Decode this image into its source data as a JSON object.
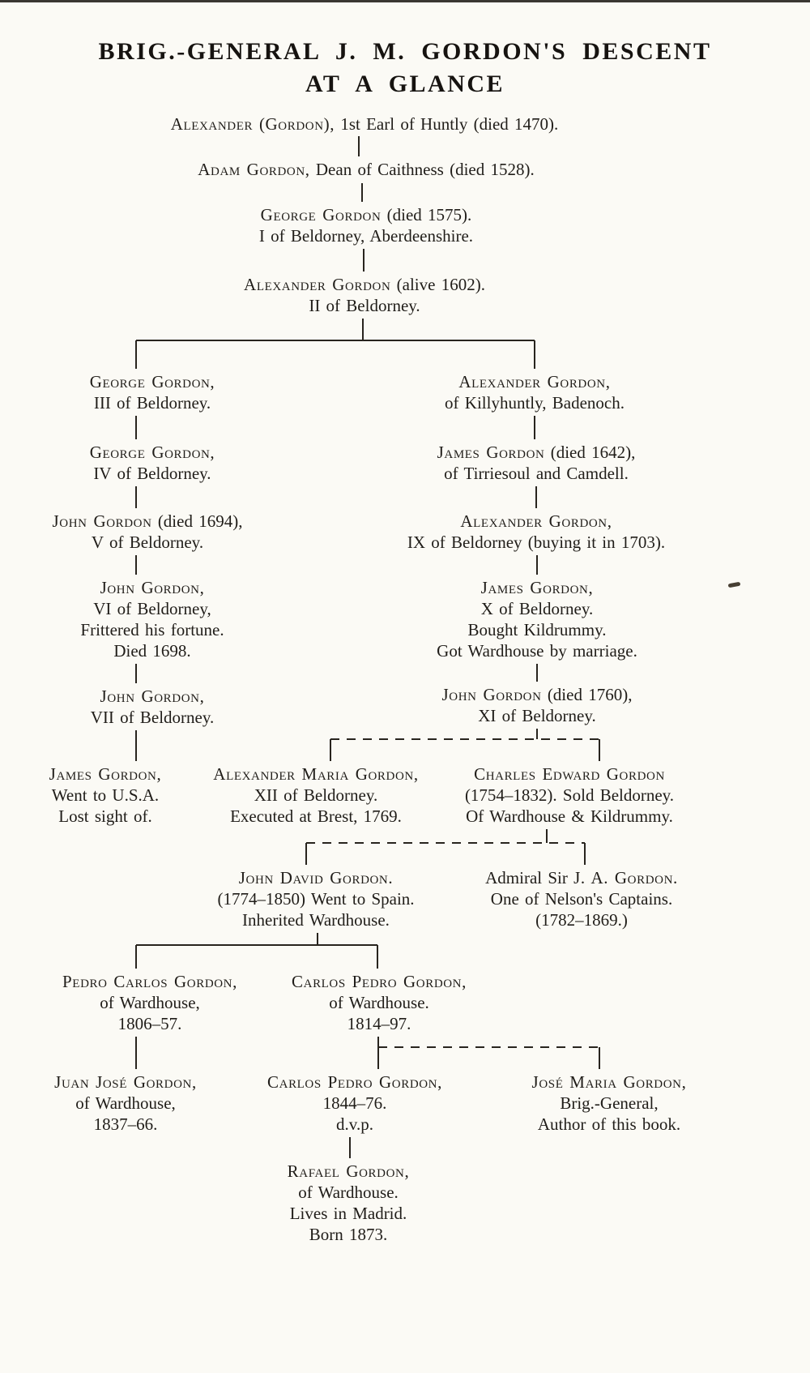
{
  "page": {
    "title_line1": "BRIG.-GENERAL J. M. GORDON'S DESCENT",
    "title_line2": "AT A GLANCE"
  },
  "colors": {
    "ink": "#201d19",
    "paper": "#fbfaf5"
  },
  "tree": {
    "nodes": [
      {
        "id": "alexander-1st-earl",
        "name": "Alexander (Gordon),",
        "suffix": "1st Earl of Huntly (died 1470)."
      },
      {
        "id": "adam-dean",
        "name": "Adam Gordon,",
        "suffix": "Dean of Caithness (died 1528)."
      },
      {
        "id": "george-i-beldorney",
        "name": "George Gordon",
        "suffix": "(died 1575).",
        "lines": [
          "I of Beldorney, Aberdeenshire."
        ]
      },
      {
        "id": "alexander-ii-beldorney",
        "name": "Alexander Gordon",
        "suffix": "(alive 1602).",
        "lines": [
          "II of Beldorney."
        ]
      },
      {
        "id": "george-iii-beldorney",
        "name": "George Gordon,",
        "lines": [
          "III of Beldorney."
        ]
      },
      {
        "id": "alexander-killyhuntly",
        "name": "Alexander Gordon,",
        "lines": [
          "of Killyhuntly, Badenoch."
        ]
      },
      {
        "id": "george-iv-beldorney",
        "name": "George Gordon,",
        "lines": [
          "IV of Beldorney."
        ]
      },
      {
        "id": "james-tirriesoul",
        "name": "James Gordon",
        "suffix": "(died 1642),",
        "lines": [
          "of Tirriesoul and Camdell."
        ]
      },
      {
        "id": "john-v-beldorney",
        "name": "John Gordon",
        "suffix": "(died 1694),",
        "lines": [
          "V of Beldorney."
        ]
      },
      {
        "id": "alexander-ix-beldorney",
        "name": "Alexander Gordon,",
        "lines": [
          "IX of Beldorney (buying it in 1703)."
        ]
      },
      {
        "id": "john-vi-beldorney",
        "name": "John Gordon,",
        "lines": [
          "VI of Beldorney,",
          "Frittered his fortune.",
          "Died 1698."
        ]
      },
      {
        "id": "james-x-beldorney",
        "name": "James Gordon,",
        "lines": [
          "X of Beldorney.",
          "Bought Kildrummy.",
          "Got Wardhouse by marriage."
        ]
      },
      {
        "id": "john-vii-beldorney",
        "name": "John Gordon,",
        "lines": [
          "VII of Beldorney."
        ]
      },
      {
        "id": "john-xi-beldorney",
        "name": "John Gordon",
        "suffix": "(died 1760),",
        "lines": [
          "XI of Beldorney."
        ]
      },
      {
        "id": "james-usa",
        "name": "James Gordon,",
        "lines": [
          "Went to U.S.A.",
          "Lost sight of."
        ]
      },
      {
        "id": "alexander-maria-xii",
        "name": "Alexander Maria Gordon,",
        "lines": [
          "XII of Beldorney.",
          "Executed at Brest, 1769."
        ]
      },
      {
        "id": "charles-edward",
        "name": "Charles Edward Gordon",
        "lines": [
          "(1754–1832). Sold Beldorney.",
          "Of Wardhouse & Kildrummy."
        ]
      },
      {
        "id": "john-david",
        "name": "John David Gordon.",
        "lines": [
          "(1774–1850) Went to Spain.",
          "Inherited Wardhouse."
        ]
      },
      {
        "id": "admiral-j-a",
        "prefix": "Admiral Sir ",
        "name": "J. A. Gordon.",
        "lines": [
          "One of Nelson's Captains.",
          "(1782–1869.)"
        ]
      },
      {
        "id": "pedro-carlos",
        "name": "Pedro Carlos Gordon,",
        "lines": [
          "of Wardhouse,",
          "1806–57."
        ]
      },
      {
        "id": "carlos-pedro-1814",
        "name": "Carlos Pedro Gordon,",
        "lines": [
          "of Wardhouse.",
          "1814–97."
        ]
      },
      {
        "id": "juan-jose",
        "name": "Juan José Gordon,",
        "lines": [
          "of Wardhouse,",
          "1837–66."
        ]
      },
      {
        "id": "carlos-pedro-1844",
        "name": "Carlos Pedro Gordon,",
        "lines": [
          "1844–76.",
          "d.v.p."
        ]
      },
      {
        "id": "jose-maria",
        "name": "José Maria Gordon,",
        "lines": [
          "Brig.-General,",
          "Author of this book."
        ]
      },
      {
        "id": "rafael",
        "name": "Rafael Gordon,",
        "lines": [
          "of Wardhouse.",
          "Lives in Madrid.",
          "Born 1873."
        ]
      }
    ],
    "edges": [
      {
        "from": "alexander-1st-earl",
        "to": "adam-dean",
        "style": "solid"
      },
      {
        "from": "adam-dean",
        "to": "george-i-beldorney",
        "style": "solid"
      },
      {
        "from": "george-i-beldorney",
        "to": "alexander-ii-beldorney",
        "style": "solid"
      },
      {
        "from": "alexander-ii-beldorney",
        "to": "george-iii-beldorney",
        "style": "solid"
      },
      {
        "from": "alexander-ii-beldorney",
        "to": "alexander-killyhuntly",
        "style": "solid"
      },
      {
        "from": "george-iii-beldorney",
        "to": "george-iv-beldorney",
        "style": "solid"
      },
      {
        "from": "george-iv-beldorney",
        "to": "john-v-beldorney",
        "style": "solid"
      },
      {
        "from": "john-v-beldorney",
        "to": "john-vi-beldorney",
        "style": "solid"
      },
      {
        "from": "john-vi-beldorney",
        "to": "john-vii-beldorney",
        "style": "solid"
      },
      {
        "from": "john-vii-beldorney",
        "to": "james-usa",
        "style": "solid"
      },
      {
        "from": "alexander-killyhuntly",
        "to": "james-tirriesoul",
        "style": "solid"
      },
      {
        "from": "james-tirriesoul",
        "to": "alexander-ix-beldorney",
        "style": "solid"
      },
      {
        "from": "alexander-ix-beldorney",
        "to": "james-x-beldorney",
        "style": "solid"
      },
      {
        "from": "james-x-beldorney",
        "to": "john-xi-beldorney",
        "style": "solid"
      },
      {
        "from": "john-xi-beldorney",
        "to": "alexander-maria-xii",
        "style": "dashed"
      },
      {
        "from": "john-xi-beldorney",
        "to": "charles-edward",
        "style": "dashed"
      },
      {
        "from": "charles-edward",
        "to": "john-david",
        "style": "dashed"
      },
      {
        "from": "charles-edward",
        "to": "admiral-j-a",
        "style": "dashed"
      },
      {
        "from": "john-david",
        "to": "pedro-carlos",
        "style": "solid"
      },
      {
        "from": "john-david",
        "to": "carlos-pedro-1814",
        "style": "solid"
      },
      {
        "from": "pedro-carlos",
        "to": "juan-jose",
        "style": "solid"
      },
      {
        "from": "carlos-pedro-1814",
        "to": "carlos-pedro-1844",
        "style": "dashed"
      },
      {
        "from": "carlos-pedro-1814",
        "to": "jose-maria",
        "style": "dashed"
      },
      {
        "from": "carlos-pedro-1844",
        "to": "rafael",
        "style": "solid"
      }
    ]
  }
}
